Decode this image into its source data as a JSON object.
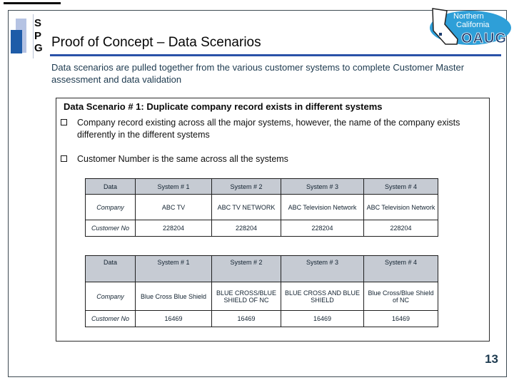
{
  "slide": {
    "title": "Proof of Concept – Data Scenarios",
    "intro": "Data scenarios are pulled together from the various customer systems to complete Customer Master assessment and data validation",
    "page_number": "13",
    "spg_logo": {
      "letters": [
        "S",
        "P",
        "G"
      ]
    },
    "oaug_logo": {
      "region_line1": "Northern",
      "region_line2": "California",
      "org": "OAUG"
    },
    "scenario": {
      "heading": "Data Scenario # 1: Duplicate company record exists in different systems",
      "bullets": [
        "Company record existing across all the major systems, however, the name of the company exists differently in the different systems",
        "Customer Number is the same across all the systems"
      ],
      "tables": [
        {
          "headers": [
            "Data",
            "System # 1",
            "System # 2",
            "System # 3",
            "System # 4"
          ],
          "rows": [
            {
              "label": "Company",
              "values": [
                "ABC TV",
                "ABC TV NETWORK",
                "ABC Television Network",
                "ABC Television Network"
              ]
            },
            {
              "label": "Customer No",
              "values": [
                "228204",
                "228204",
                "228204",
                "228204"
              ]
            }
          ]
        },
        {
          "headers": [
            "Data",
            "System # 1",
            "System # 2",
            "System # 3",
            "System # 4"
          ],
          "rows": [
            {
              "label": "Company",
              "values": [
                "Blue Cross Blue Shield",
                "BLUE CROSS/BLUE SHIELD OF NC",
                "BLUE CROSS AND BLUE SHIELD",
                "Blue Cross/Blue Shield of NC"
              ]
            },
            {
              "label": "Customer No",
              "values": [
                "16469",
                "16469",
                "16469",
                "16469"
              ]
            }
          ]
        }
      ]
    },
    "colors": {
      "title_rule_blue": "#2a52a8",
      "body_text": "#1d3a4f",
      "table_header_bg": "#c6cbd3",
      "spg_light_blue": "#b5c3e3",
      "spg_dark_blue": "#1e5ca8",
      "oaug_blue": "#2e9fd8",
      "oaug_navy": "#1c3c6e"
    }
  }
}
